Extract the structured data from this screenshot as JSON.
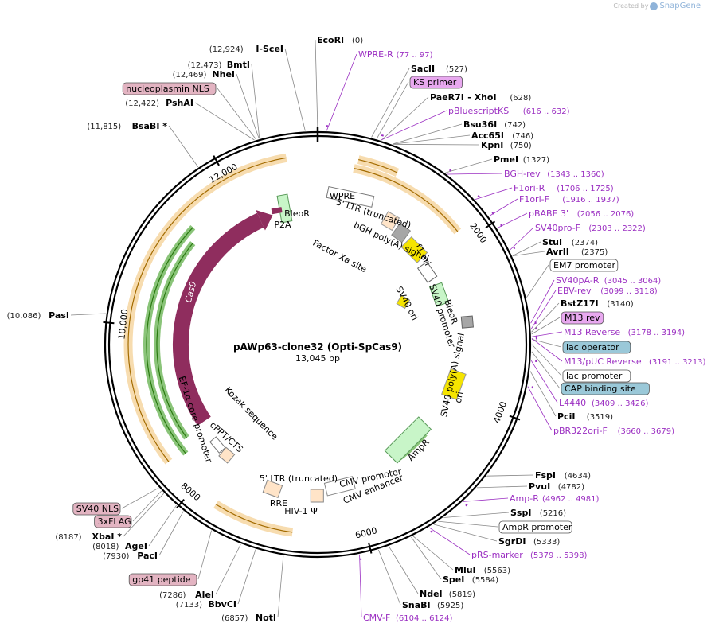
{
  "brand": {
    "prefix": "Created by",
    "name": "SnapGene"
  },
  "plasmid": {
    "name": "pAWp63-clone32 (Opti-SpCas9)",
    "length_label": "13,045 bp",
    "length": 13045
  },
  "ticks": [
    {
      "label": "2000",
      "pos": 2000
    },
    {
      "label": "4000",
      "pos": 4000
    },
    {
      "label": "6000",
      "pos": 6000
    },
    {
      "label": "8000",
      "pos": 8000
    },
    {
      "label": "10,000",
      "pos": 10000
    },
    {
      "label": "12,000",
      "pos": 12000
    }
  ],
  "sites_right": [
    {
      "name": "EcoRI",
      "pos": "(0)",
      "type": "site",
      "bp": 0
    },
    {
      "name": "WPRE-R",
      "pos": "(77 .. 97)",
      "type": "primer",
      "bp": 87
    },
    {
      "name": "SacII",
      "pos": "(527)",
      "type": "site",
      "bp": 527
    },
    {
      "name": "KS primer",
      "pos": "",
      "type": "box-purple",
      "bp": 580
    },
    {
      "name": "PaeR7I",
      "pos": "(628)",
      "type": "site",
      "bp": 628,
      "extra": "- XhoI"
    },
    {
      "name": "pBluescriptKS",
      "pos": "(616 .. 632)",
      "type": "primer",
      "bp": 624
    },
    {
      "name": "Bsu36I",
      "pos": "(742)",
      "type": "site",
      "bp": 742
    },
    {
      "name": "Acc65I",
      "pos": "(746)",
      "type": "site",
      "bp": 746
    },
    {
      "name": "KpnI",
      "pos": "(750)",
      "type": "site",
      "bp": 750
    },
    {
      "name": "PmeI",
      "pos": "(1327)",
      "type": "site",
      "bp": 1327
    },
    {
      "name": "BGH-rev",
      "pos": "(1343 .. 1360)",
      "type": "primer",
      "bp": 1351
    },
    {
      "name": "F1ori-R",
      "pos": "(1706 .. 1725)",
      "type": "primer",
      "bp": 1715
    },
    {
      "name": "F1ori-F",
      "pos": "(1916 .. 1937)",
      "type": "primer",
      "bp": 1926
    },
    {
      "name": "pBABE 3'",
      "pos": "(2056 .. 2076)",
      "type": "primer",
      "bp": 2066
    },
    {
      "name": "SV40pro-F",
      "pos": "(2303 .. 2322)",
      "type": "primer",
      "bp": 2312
    },
    {
      "name": "StuI",
      "pos": "(2374)",
      "type": "site",
      "bp": 2374
    },
    {
      "name": "AvrII",
      "pos": "(2375)",
      "type": "site",
      "bp": 2375
    },
    {
      "name": "EM7 promoter",
      "pos": "",
      "type": "box-white",
      "bp": 2800
    },
    {
      "name": "SV40pA-R",
      "pos": "(3045 .. 3064)",
      "type": "primer",
      "bp": 3054
    },
    {
      "name": "EBV-rev",
      "pos": "(3099 .. 3118)",
      "type": "primer",
      "bp": 3108
    },
    {
      "name": "BstZ17I",
      "pos": "(3140)",
      "type": "site",
      "bp": 3140
    },
    {
      "name": "M13 rev",
      "pos": "",
      "type": "box-purple",
      "bp": 3160
    },
    {
      "name": "M13 Reverse",
      "pos": "(3178 .. 3194)",
      "type": "primer",
      "bp": 3186
    },
    {
      "name": "lac operator",
      "pos": "",
      "type": "box-teal",
      "bp": 3210
    },
    {
      "name": "M13/pUC Reverse",
      "pos": "(3191 .. 3213)",
      "type": "primer",
      "bp": 3202
    },
    {
      "name": "lac promoter",
      "pos": "",
      "type": "box-white",
      "bp": 3260
    },
    {
      "name": "CAP binding site",
      "pos": "",
      "type": "box-teal",
      "bp": 3330
    },
    {
      "name": "L4440",
      "pos": "(3409 .. 3426)",
      "type": "primer",
      "bp": 3417
    },
    {
      "name": "PciI",
      "pos": "(3519)",
      "type": "site",
      "bp": 3519
    },
    {
      "name": "pBR322ori-F",
      "pos": "(3660 .. 3679)",
      "type": "primer",
      "bp": 3670
    },
    {
      "name": "FspI",
      "pos": "(4634)",
      "type": "site",
      "bp": 4634
    },
    {
      "name": "PvuI",
      "pos": "(4782)",
      "type": "site",
      "bp": 4782
    },
    {
      "name": "Amp-R",
      "pos": "(4962 .. 4981)",
      "type": "primer",
      "bp": 4971
    },
    {
      "name": "SspI",
      "pos": "(5216)",
      "type": "site",
      "bp": 5216
    },
    {
      "name": "AmpR promoter",
      "pos": "",
      "type": "box-white",
      "bp": 5280
    },
    {
      "name": "SgrDI",
      "pos": "(5333)",
      "type": "site",
      "bp": 5333
    },
    {
      "name": "pRS-marker",
      "pos": "(5379 .. 5398)",
      "type": "primer",
      "bp": 5388
    },
    {
      "name": "MluI",
      "pos": "(5563)",
      "type": "site",
      "bp": 5563
    },
    {
      "name": "SpeI",
      "pos": "(5584)",
      "type": "site",
      "bp": 5584
    },
    {
      "name": "NdeI",
      "pos": "(5819)",
      "type": "site",
      "bp": 5819
    },
    {
      "name": "SnaBI",
      "pos": "(5925)",
      "type": "site",
      "bp": 5925
    },
    {
      "name": "CMV-F",
      "pos": "(6104 .. 6124)",
      "type": "primer",
      "bp": 6114
    }
  ],
  "sites_left": [
    {
      "name": "I-SceI",
      "pos": "(12,924)",
      "type": "site",
      "bp": 12924
    },
    {
      "name": "BmtI",
      "pos": "(12,473)",
      "type": "site",
      "bp": 12473
    },
    {
      "name": "NheI",
      "pos": "(12,469)",
      "type": "site",
      "bp": 12469
    },
    {
      "name": "nucleoplasmin NLS",
      "pos": "",
      "type": "box-pink",
      "bp": 12440
    },
    {
      "name": "PshAI",
      "pos": "(12,422)",
      "type": "site",
      "bp": 12422
    },
    {
      "name": "BsaBI *",
      "pos": "(11,815)",
      "type": "site",
      "bp": 11815
    },
    {
      "name": "PasI",
      "pos": "(10,086)",
      "type": "site",
      "bp": 10086
    },
    {
      "name": "SV40 NLS",
      "pos": "",
      "type": "box-pink",
      "bp": 8260
    },
    {
      "name": "3xFLAG",
      "pos": "",
      "type": "box-pink",
      "bp": 8220
    },
    {
      "name": "XbaI *",
      "pos": "(8187)",
      "type": "site",
      "bp": 8187
    },
    {
      "name": "AgeI",
      "pos": "(8018)",
      "type": "site",
      "bp": 8018
    },
    {
      "name": "PacI",
      "pos": "(7930)",
      "type": "site",
      "bp": 7930
    },
    {
      "name": "gp41 peptide",
      "pos": "",
      "type": "box-pink",
      "bp": 7600
    },
    {
      "name": "AleI",
      "pos": "(7286)",
      "type": "site",
      "bp": 7286
    },
    {
      "name": "BbvCI",
      "pos": "(7133)",
      "type": "site",
      "bp": 7133
    },
    {
      "name": "NotI",
      "pos": "(6857)",
      "type": "site",
      "bp": 6857
    }
  ],
  "inner_labels": [
    "WPRE",
    "BleoR",
    "P2A",
    "5' LTR (truncated)",
    "bGH poly(A) signal",
    "f1 ori",
    "Factor Xa site",
    "SV40 ori",
    "SV40 promoter",
    "BleoR",
    "SV40 poly(A) signal",
    "ori",
    "Cas9",
    "EF-1α core promoter",
    "Kozak sequence",
    "cPPT/CTS",
    "5' LTR (truncated)",
    "RRE",
    "HIV-1 Ψ",
    "CMV promoter",
    "CMV enhancer",
    "AmpR"
  ],
  "colors": {
    "backbone": "#000000",
    "primer": "#9b2fc2",
    "cas9": "#8f2d5e",
    "orange_band": "#f2c57a",
    "green_band": "#3c9d1f",
    "leader": "#888888",
    "teal_box": "#9ac8d8",
    "purple_box": "#e8a8ef",
    "pink_box": "#e3b4c2",
    "ori_yellow": "#f5e400",
    "marker_green": "#c8f5c8",
    "promoter_white": "#ffffff"
  }
}
